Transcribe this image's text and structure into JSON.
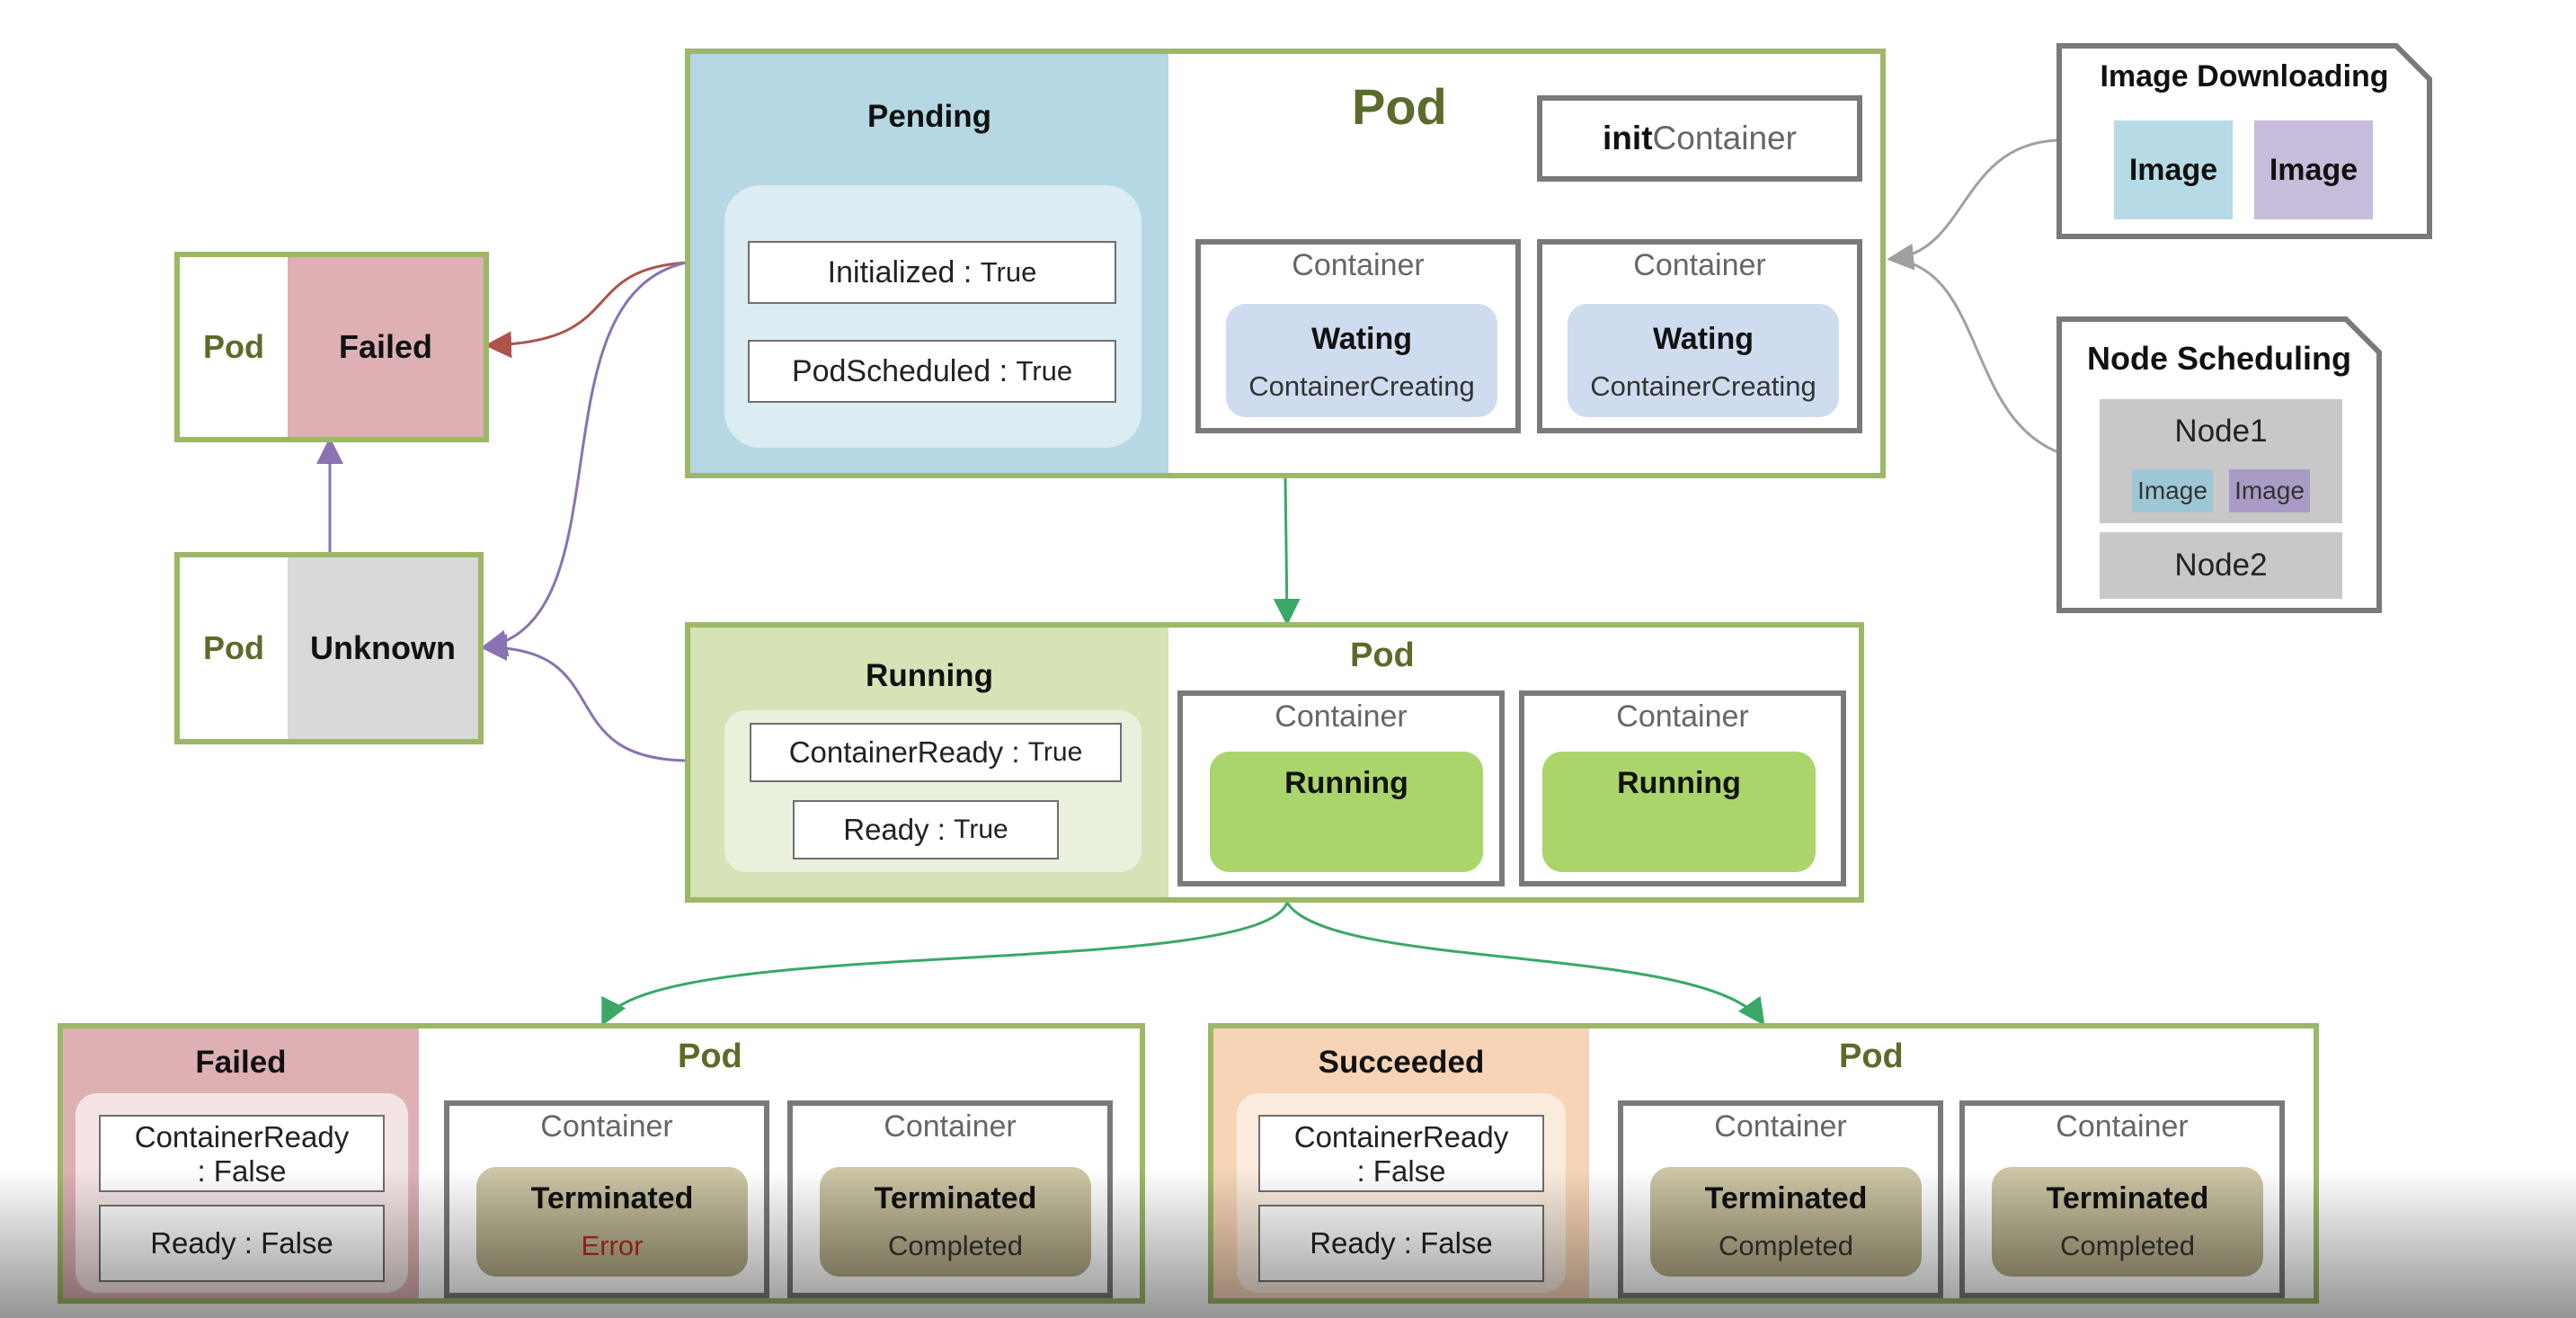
{
  "pending_pod": {
    "phase": "Pending",
    "title": "Pod",
    "conditions": [
      {
        "name": "Initialized",
        "value": "True"
      },
      {
        "name": "PodScheduled",
        "value": "True"
      }
    ],
    "init_container": {
      "bold": "init",
      "rest": "Container"
    },
    "containers": [
      {
        "title": "Container",
        "state": "Wating",
        "reason": "ContainerCreating"
      },
      {
        "title": "Container",
        "state": "Wating",
        "reason": "ContainerCreating"
      }
    ]
  },
  "image_downloading": {
    "title": "Image Downloading",
    "images": [
      "Image",
      "Image"
    ]
  },
  "node_scheduling": {
    "title": "Node Scheduling",
    "node1": "Node1",
    "node1_images": [
      "Image",
      "Image"
    ],
    "node2": "Node2"
  },
  "failed_pod_top": {
    "pod": "Pod",
    "status": "Failed"
  },
  "unknown_pod": {
    "pod": "Pod",
    "status": "Unknown"
  },
  "running_pod": {
    "phase": "Running",
    "title": "Pod",
    "conditions": [
      {
        "name": "ContainerReady",
        "value": "True"
      },
      {
        "name": "Ready",
        "value": "True"
      }
    ],
    "containers": [
      {
        "title": "Container",
        "state": "Running"
      },
      {
        "title": "Container",
        "state": "Running"
      }
    ]
  },
  "failed_pod_bottom": {
    "phase": "Failed",
    "title": "Pod",
    "conditions": [
      {
        "name": "ContainerReady",
        "value": ": False"
      },
      {
        "name": "Ready",
        "value": "False"
      }
    ],
    "containers": [
      {
        "title": "Container",
        "state": "Terminated",
        "reason": "Error"
      },
      {
        "title": "Container",
        "state": "Terminated",
        "reason": "Completed"
      }
    ]
  },
  "succeeded_pod": {
    "phase": "Succeeded",
    "title": "Pod",
    "conditions": [
      {
        "name": "ContainerReady",
        "value": ": False"
      },
      {
        "name": "Ready",
        "value": "False"
      }
    ],
    "containers": [
      {
        "title": "Container",
        "state": "Terminated",
        "reason": "Completed"
      },
      {
        "title": "Container",
        "state": "Terminated",
        "reason": "Completed"
      }
    ]
  },
  "colors": {
    "green_border": "#9cb866",
    "pending_blue": "#b5d8e4",
    "running_green": "#d5e3b6",
    "failed_red": "#ddb1b3",
    "succeeded_orange": "#f6d4b5",
    "unknown_gray": "#d9d9d9"
  }
}
